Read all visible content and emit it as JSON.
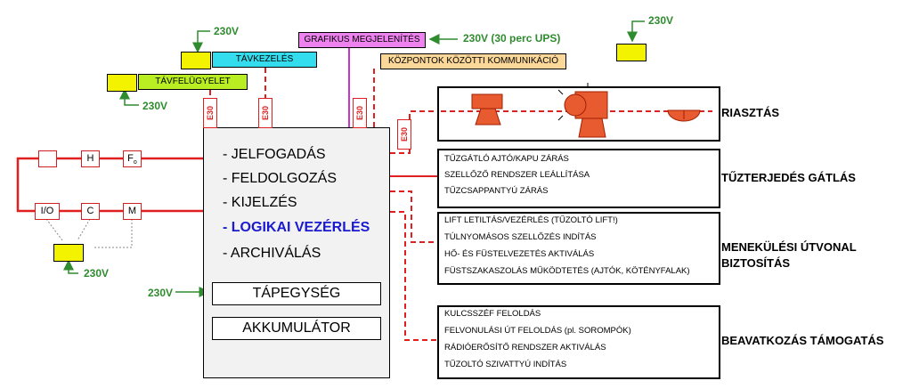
{
  "power": {
    "label": "230V",
    "ups_label": "230V (30 perc UPS)"
  },
  "top_modules": {
    "grafikus": "GRAFIKUS MEGJELENÍTÉS",
    "tavkezeles": "TÁVKEZELÉS",
    "tavfelugyelet": "TÁVFELÜGYELET",
    "kozpontok": "KÖZPONTOK KÖZÖTTI KOMMUNIKÁCIÓ"
  },
  "fire_rating": "E30",
  "central": {
    "functions": [
      "- JELFOGADÁS",
      "- FELDOLGOZÁS",
      "- KIJELZÉS",
      "- LOGIKAI VEZÉRLÉS",
      "- ARCHIVÁLÁS"
    ],
    "power_supply": "TÁPEGYSÉG",
    "battery": "AKKUMULÁTOR"
  },
  "detectors": {
    "row1": [
      "",
      "H",
      "F"
    ],
    "row1_subscript": "o",
    "row2": [
      "I/O",
      "C",
      "M"
    ]
  },
  "outputs": [
    {
      "label": "RIASZTÁS",
      "lines": []
    },
    {
      "label": "TŰZTERJEDÉS GÁTLÁS",
      "lines": [
        "TŰZGÁTLÓ AJTÓ/KAPU ZÁRÁS",
        "SZELLŐZŐ RENDSZER LEÁLLÍTÁSA",
        "TŰZCSAPPANTYÚ ZÁRÁS"
      ]
    },
    {
      "label_lines": [
        "MENEKÜLÉSI ÚTVONAL",
        "BIZTOSÍTÁS"
      ],
      "lines": [
        "LIFT LETILTÁS/VEZÉRLÉS (TŰZOLTÓ LIFT!)",
        "TÚLNYOMÁSOS SZELLŐZÉS INDÍTÁS",
        "HŐ- ÉS FÜSTELVEZETÉS AKTIVÁLÁS",
        "FÜSTSZAKASZOLÁS MŰKÖDTETÉS (AJTÓK, KÖTÉNYFALAK)"
      ]
    },
    {
      "label": "BEAVATKOZÁS TÁMOGATÁS",
      "lines": [
        "KULCSSZÉF FELOLDÁS",
        "FELVONULÁSI ÚT FELOLDÁS (pl. SOROMPÓK)",
        "RÁDIÓERŐSÍTŐ RENDSZER AKTIVÁLÁS",
        "TŰZOLTÓ SZIVATTYÚ INDÍTÁS"
      ]
    }
  ],
  "colors": {
    "fire_red": "#e02020",
    "power_green": "#2e8b2e",
    "ups_yellow": "#f3f300",
    "highlight_blue": "#1a1ad0",
    "grafikus_bg": "#ee82ee",
    "tavkezeles_bg": "#33ddee",
    "tavfelugyelet_bg": "#b8ee22",
    "kozpontok_bg": "#fbd79a"
  }
}
